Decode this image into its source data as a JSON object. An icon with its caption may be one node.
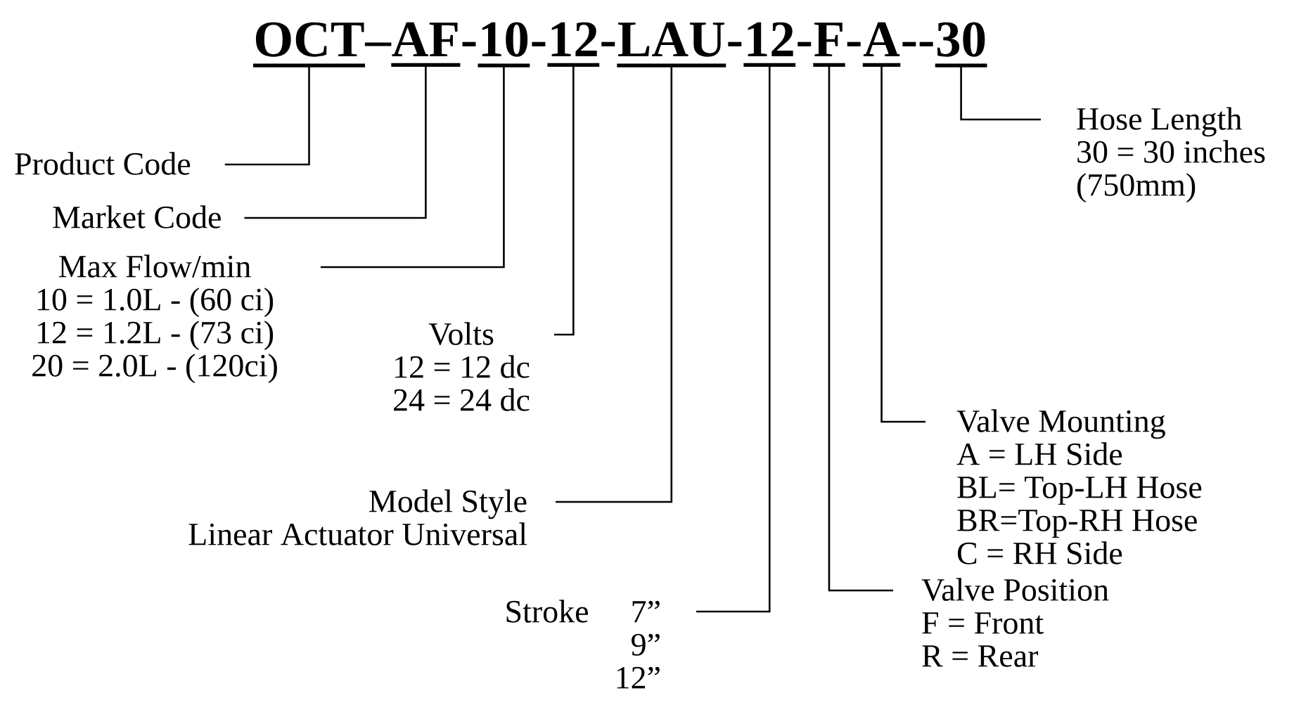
{
  "diagram": {
    "nodes": [
      {
        "text": [
          "OCT"
        ]
      },
      {
        "text": [
          "AF"
        ]
      },
      {
        "text": [
          "10"
        ]
      },
      {
        "text": [
          "12"
        ]
      },
      {
        "text": [
          "LAU"
        ]
      },
      {
        "text": [
          "12"
        ]
      },
      {
        "text": [
          "F"
        ]
      },
      {
        "text": [
          "A"
        ]
      },
      {
        "text": [
          "30"
        ]
      },
      {
        "text": [
          "Product Code"
        ]
      },
      {
        "text": [
          "Market Code"
        ]
      },
      {
        "text": [
          "Max Flow/min",
          "10 = 1.0L - (60 ci)",
          "12 = 1.2L - (73 ci)",
          "20 = 2.0L - (120ci)"
        ]
      },
      {
        "text": [
          "Volts",
          "12 = 12 dc",
          "24 = 24 dc"
        ]
      },
      {
        "text": [
          "Model Style",
          "Linear Actuator Universal"
        ]
      },
      {
        "text": [
          "Stroke",
          "7”",
          "9”",
          "12”"
        ]
      },
      {
        "text": [
          "Valve Position",
          "F = Front",
          "R = Rear"
        ]
      },
      {
        "text": [
          "Valve Mounting",
          "A = LH Side",
          "BL= Top-LH Hose",
          "BR=Top-RH Hose",
          "C = RH Side"
        ]
      },
      {
        "text": [
          "Hose Length",
          "30 = 30 inches",
          "(750mm)"
        ]
      }
    ],
    "edges": [
      {
        "from": 9,
        "to": 0,
        "arrow": "none"
      },
      {
        "from": 10,
        "to": 1,
        "arrow": "none"
      },
      {
        "from": 11,
        "to": 2,
        "arrow": "none"
      },
      {
        "from": 12,
        "to": 3,
        "arrow": "none"
      },
      {
        "from": 13,
        "to": 4,
        "arrow": "none"
      },
      {
        "from": 14,
        "to": 5,
        "arrow": "none"
      },
      {
        "from": 15,
        "to": 6,
        "arrow": "none"
      },
      {
        "from": 16,
        "to": 7,
        "arrow": "none"
      },
      {
        "from": 17,
        "to": 8,
        "arrow": "none"
      }
    ],
    "labels": [
      "–",
      "-",
      "-",
      "-",
      "-",
      "-",
      "-",
      "--"
    ]
  }
}
